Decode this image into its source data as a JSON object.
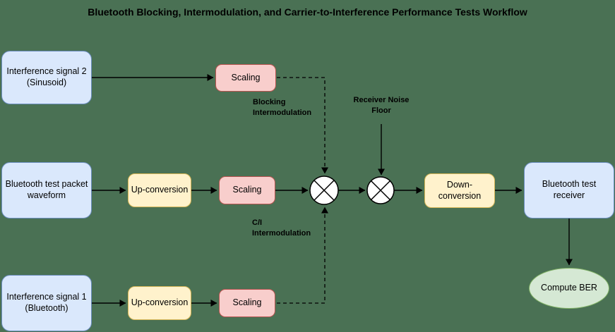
{
  "title": "Bluetooth Blocking, Intermodulation, and Carrier-to-Interference Performance Tests Workflow",
  "nodes": {
    "interference_signal_2": {
      "label": "Interference signal 2\n(Sinusoid)"
    },
    "scaling_top": {
      "label": "Scaling"
    },
    "bluetooth_waveform": {
      "label": "Bluetooth test packet\nwaveform"
    },
    "up_conversion_mid": {
      "label": "Up-conversion"
    },
    "scaling_mid": {
      "label": "Scaling"
    },
    "down_conversion": {
      "label": "Down-\nconversion"
    },
    "bluetooth_receiver": {
      "label": "Bluetooth test\nreceiver"
    },
    "interference_signal_1": {
      "label": "Interference signal 1\n(Bluetooth)"
    },
    "up_conversion_bot": {
      "label": "Up-conversion"
    },
    "scaling_bot": {
      "label": "Scaling"
    },
    "compute_ber": {
      "label": "Compute BER"
    }
  },
  "annotations": {
    "blocking_intermodulation": "Blocking\nIntermodulation",
    "receiver_noise_floor": "Receiver Noise\nFloor",
    "ci_intermodulation": "C/I\nIntermodulation"
  },
  "icons": {
    "mixer_icon": "⊗"
  },
  "colors": {
    "background": "#4a7154",
    "signal_node_fill": "#dae8fc",
    "signal_node_border": "#6c8ebf",
    "conversion_node_fill": "#fff2cc",
    "conversion_node_border": "#d6b656",
    "scaling_node_fill": "#f8cecc",
    "scaling_node_border": "#b85450",
    "result_node_fill": "#d5e8d4",
    "result_node_border": "#82b366",
    "connector": "#000000",
    "text": "#000000"
  }
}
